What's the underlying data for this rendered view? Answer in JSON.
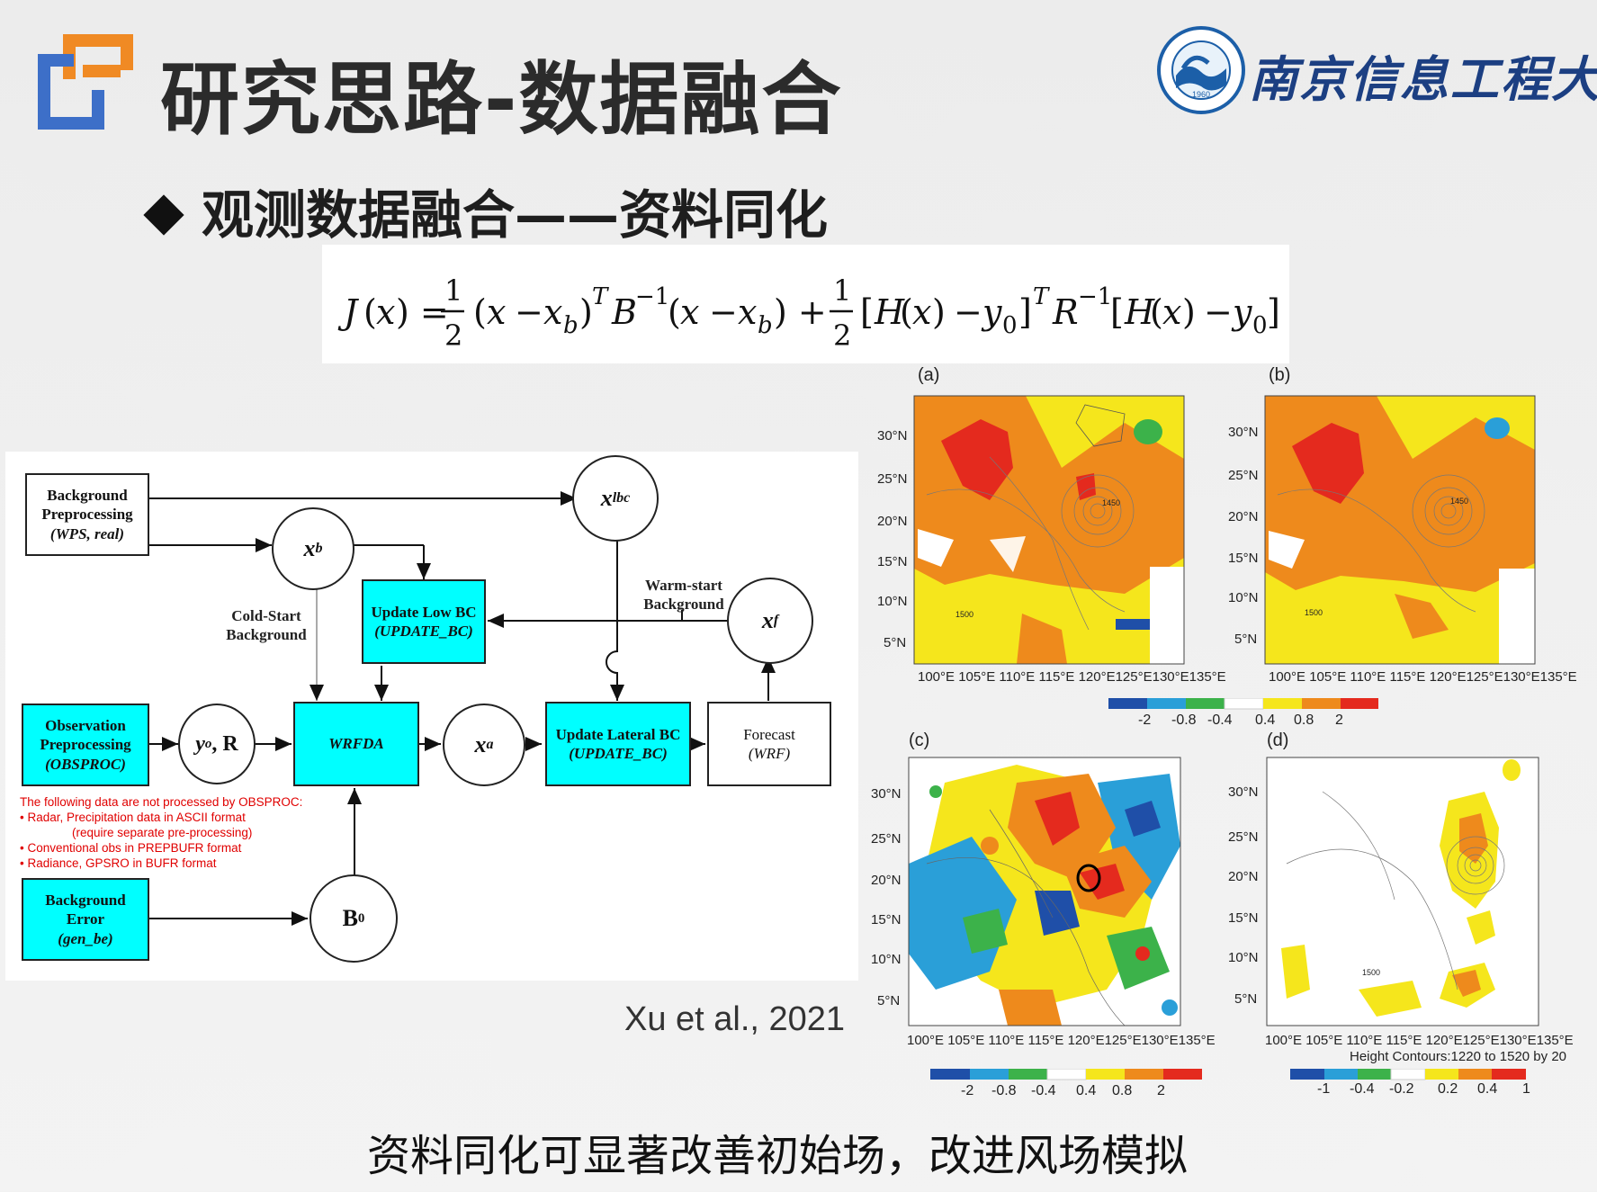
{
  "header": {
    "title": "研究思路-数据融合",
    "subtitle": "观测数据融合——资料同化",
    "university_name": "南京信息工程大学",
    "logo_year": "1960"
  },
  "formula": "J(x) = ½(x − x_b)ᵀB⁻¹(x − x_b) + ½[H(x) − y₀]ᵀR⁻¹[H(x) − y₀]",
  "flowchart": {
    "bg_preprocessing": [
      "Background",
      "Preprocessing",
      "(WPS, real)"
    ],
    "obs_preprocessing": [
      "Observation",
      "Preprocessing",
      "(OBSPROC)"
    ],
    "bg_error": [
      "Background",
      "Error",
      "(gen_be)"
    ],
    "update_low_bc": [
      "Update Low BC",
      "(UPDATE_BC)"
    ],
    "wrfda": "WRFDA",
    "update_lateral_bc": [
      "Update Lateral BC",
      "(UPDATE_BC)"
    ],
    "forecast": [
      "Forecast",
      "(WRF)"
    ],
    "cold_start": [
      "Cold-Start",
      "Background"
    ],
    "warm_start": [
      "Warm-start",
      "Background"
    ],
    "xb": "x",
    "xb_sup": "b",
    "xlbc": "x",
    "xlbc_sup": "lbc",
    "xf": "x",
    "xf_sup": "f",
    "xa": "x",
    "xa_sup": "a",
    "yo": "y",
    "yo_sup": "o",
    "yo_rest": ", R",
    "b0": "B",
    "b0_sub": "0",
    "note_head": "The following data are not processed by OBSPROC:",
    "notes": [
      "Radar, Precipitation data in ASCII format",
      "(require separate pre-processing)",
      "Conventional obs in PREPBUFR format",
      "Radiance, GPSRO in BUFR format"
    ]
  },
  "citation": "Xu et al., 2021",
  "maps": {
    "panels": [
      "(a)",
      "(b)",
      "(c)",
      "(d)"
    ],
    "lat_ticks": [
      "30°N",
      "25°N",
      "20°N",
      "15°N",
      "10°N",
      "5°N"
    ],
    "lon_ticks": "100°E 105°E 110°E 115°E 120°E125°E130°E135°E",
    "lon_ticks_b": "100°E 105°E 110°E 115°E 120°E125°E130°E135°E",
    "contour_labels": [
      "1450",
      "1450",
      "1500",
      "1500",
      "1500"
    ],
    "colorbar_ab": [
      "-2",
      "-0.8",
      "-0.4",
      "0.4",
      "0.8",
      "2"
    ],
    "colorbar_c": [
      "-2",
      "-0.8",
      "-0.4",
      "0.4",
      "0.8",
      "2"
    ],
    "colorbar_d": [
      "-1",
      "-0.4",
      "-0.2",
      "0.2",
      "0.4",
      "1"
    ],
    "height_contours": "Height Contours:1220 to 1520 by 20",
    "colors": {
      "dark_blue": "#1f4fa8",
      "blue": "#2a9fd8",
      "green": "#3cb24a",
      "white": "#ffffff",
      "yellow": "#f5e61c",
      "orange": "#ee8a1c",
      "red": "#e42a1e"
    }
  },
  "caption": "资料同化可显著改善初始场，改进风场模拟"
}
